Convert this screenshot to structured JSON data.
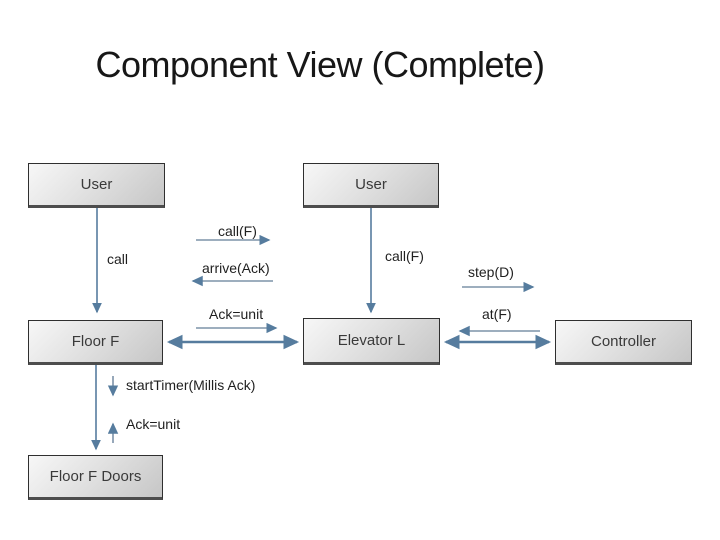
{
  "slide": {
    "title": "Component View (Complete)"
  },
  "colors": {
    "background": "#ffffff",
    "title_text": "#171717",
    "box_border": "#2f2f2f",
    "box_fill_light": "#f7f7f7",
    "box_fill_dark": "#c6c6c6",
    "connector_main": "#567c9e",
    "connector_message_line": "#7d93a8",
    "label_text": "#1f1f1f"
  },
  "diagram": {
    "boxes": [
      {
        "id": "user-left",
        "label": "User"
      },
      {
        "id": "user-right",
        "label": "User"
      },
      {
        "id": "floor-f",
        "label": "Floor F"
      },
      {
        "id": "elevator-l",
        "label": "Elevator L"
      },
      {
        "id": "controller",
        "label": "Controller"
      },
      {
        "id": "floor-f-doors",
        "label": "Floor F Doors"
      }
    ],
    "messages": {
      "call_f_top": "call(F)",
      "call": "call",
      "arrive_ack": "arrive(Ack)",
      "ack_unit_left": "Ack=unit",
      "call_f_mid": "call(F)",
      "step_d": "step(D)",
      "at_f": "at(F)",
      "start_timer": "startTimer(Millis Ack)",
      "ack_unit_bottom": "Ack=unit"
    }
  }
}
